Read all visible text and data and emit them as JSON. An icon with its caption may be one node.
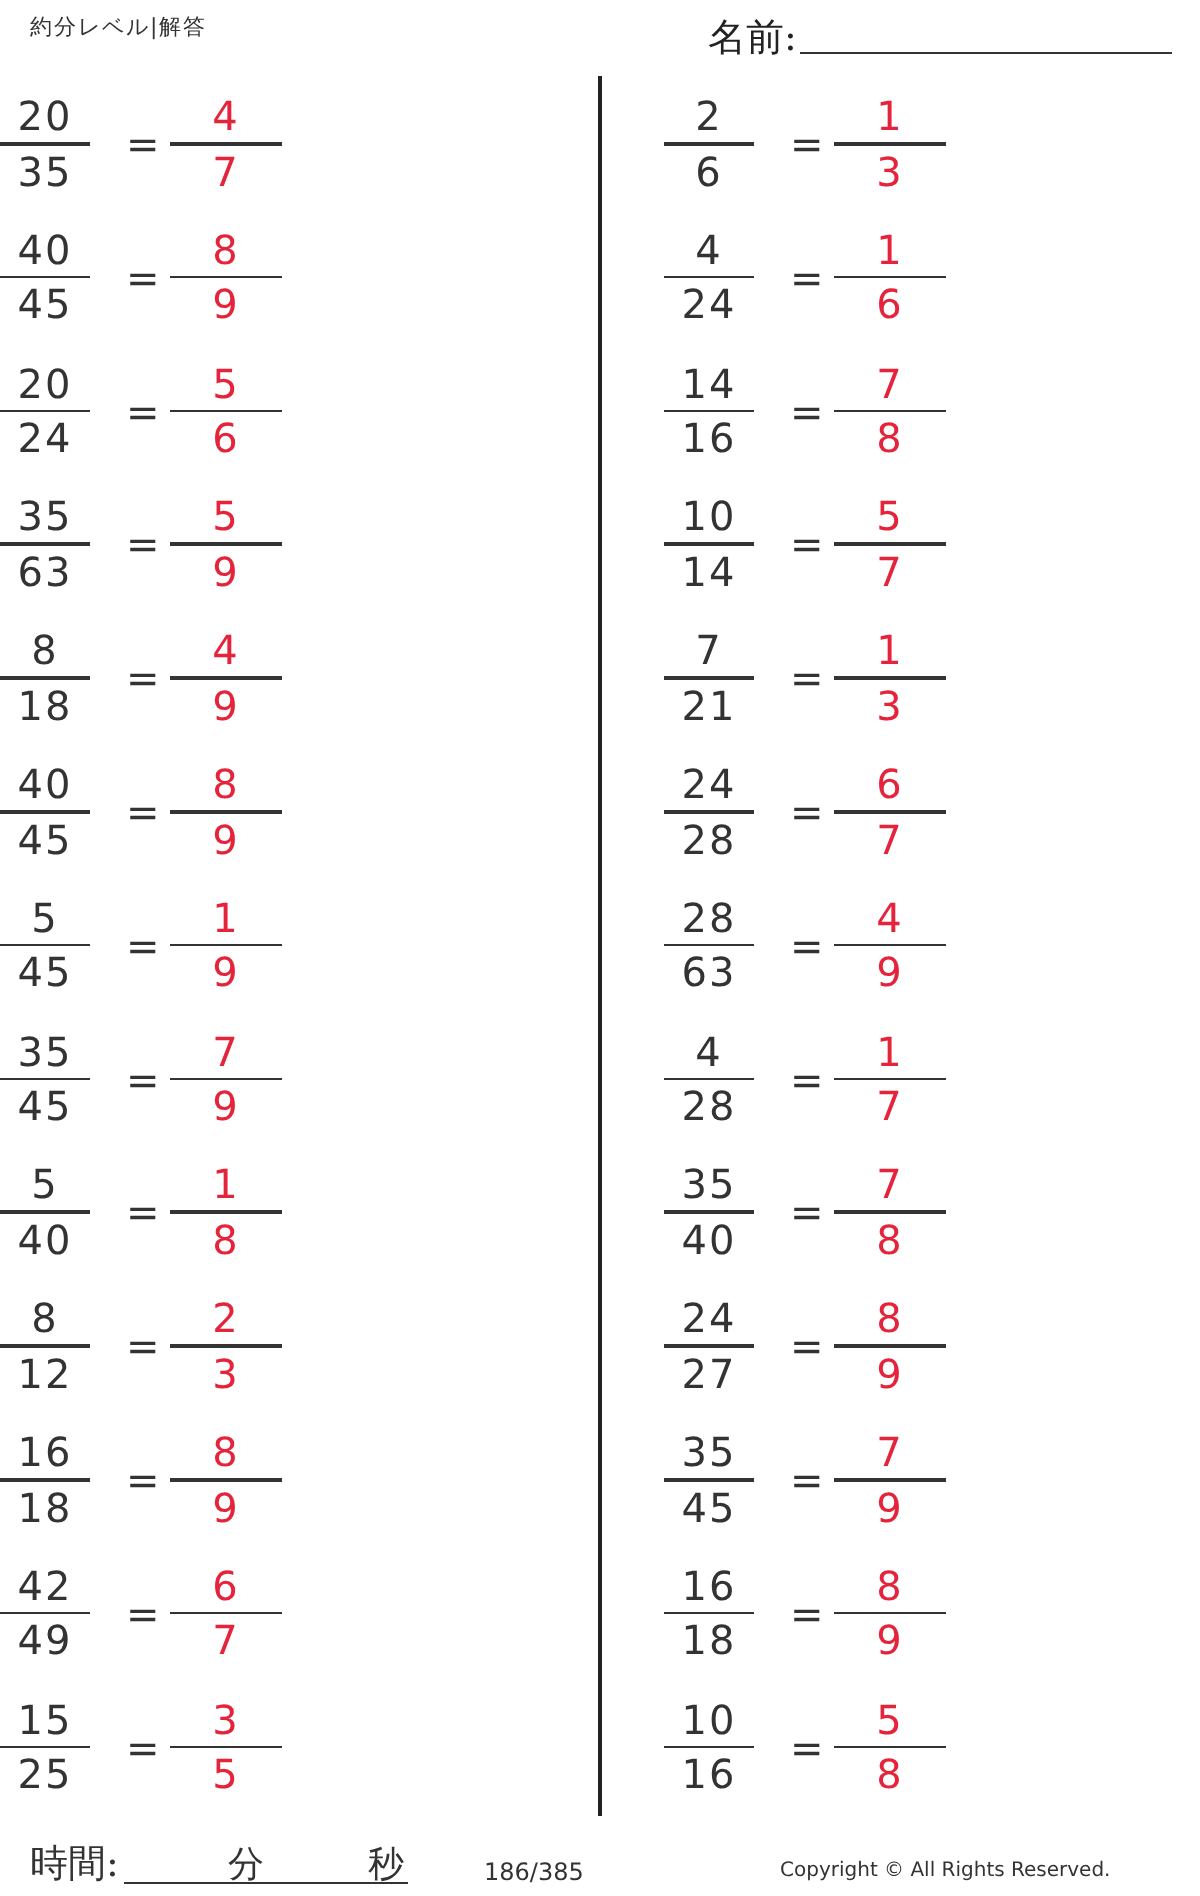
{
  "diagram": {
    "title": "約分レベル|解答",
    "labels": [
      "名前:",
      "20",
      "35",
      "=",
      "4",
      "7",
      "40",
      "45",
      "=",
      "8",
      "9",
      "20",
      "24",
      "=",
      "5",
      "6",
      "35",
      "63",
      "=",
      "5",
      "9",
      "8",
      "18",
      "=",
      "4",
      "9",
      "40",
      "45",
      "=",
      "8",
      "9",
      "5",
      "45",
      "=",
      "1",
      "9",
      "35",
      "45",
      "=",
      "7",
      "9",
      "5",
      "40",
      "=",
      "1",
      "8",
      "8",
      "12",
      "=",
      "2",
      "3",
      "16",
      "18",
      "=",
      "8",
      "9",
      "42",
      "49",
      "=",
      "6",
      "7",
      "15",
      "25",
      "=",
      "3",
      "5",
      "2",
      "6",
      "=",
      "1",
      "3",
      "4",
      "24",
      "=",
      "1",
      "6",
      "14",
      "16",
      "=",
      "7",
      "8",
      "10",
      "14",
      "=",
      "5",
      "7",
      "7",
      "21",
      "=",
      "1",
      "3",
      "24",
      "28",
      "=",
      "6",
      "7",
      "28",
      "63",
      "=",
      "4",
      "9",
      "4",
      "28",
      "=",
      "1",
      "7",
      "35",
      "40",
      "=",
      "7",
      "8",
      "24",
      "27",
      "=",
      "8",
      "9",
      "35",
      "45",
      "=",
      "7",
      "9",
      "16",
      "18",
      "=",
      "8",
      "9",
      "10",
      "16",
      "=",
      "5",
      "8",
      "時間:",
      "分",
      "秒",
      "186/385",
      "Copyright © All Rights Reserved."
    ]
  }
}
